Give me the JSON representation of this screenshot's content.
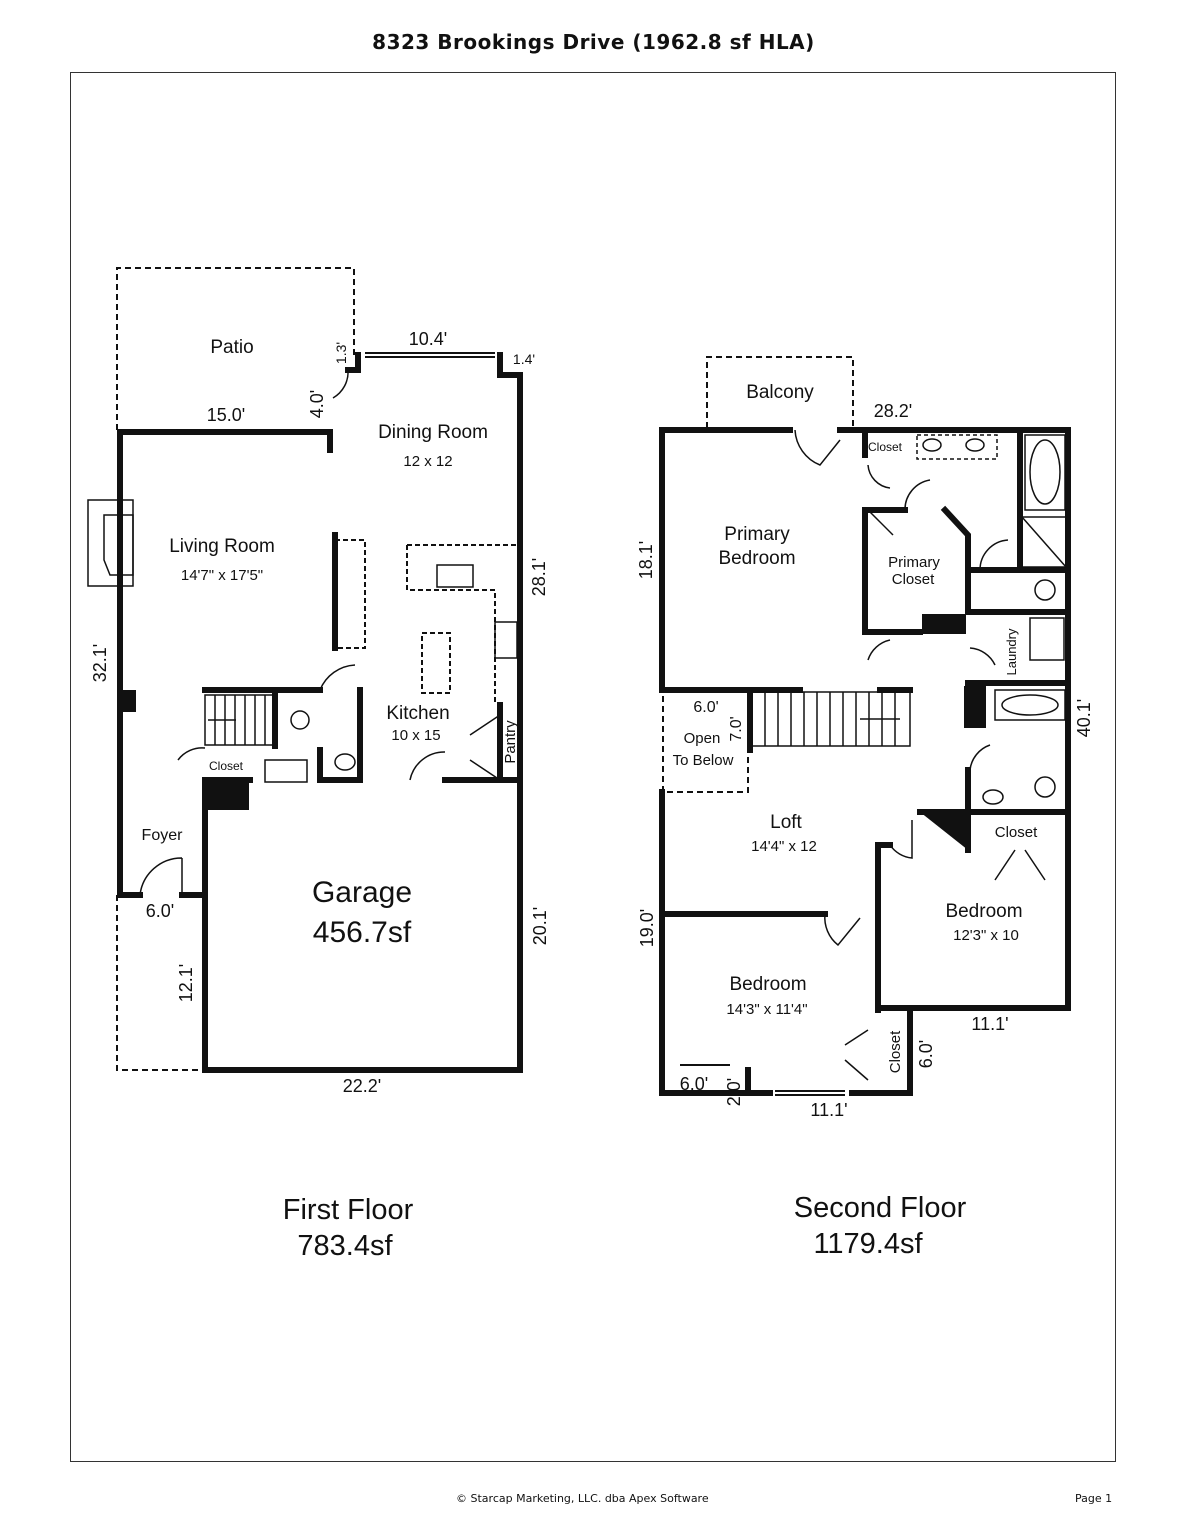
{
  "title": "8323 Brookings Drive (1962.8 sf HLA)",
  "footer": {
    "copyright": "© Starcap Marketing, LLC. dba Apex Software",
    "page": "Page 1"
  },
  "first_floor": {
    "name": "First Floor",
    "area": "783.4sf",
    "rooms": {
      "patio": "Patio",
      "dining": "Dining Room",
      "dining_dim": "12 x 12",
      "living": "Living Room",
      "living_dim": "14'7\" x 17'5\"",
      "kitchen": "Kitchen",
      "kitchen_dim": "10 x 15",
      "pantry": "Pantry",
      "closet": "Closet",
      "foyer": "Foyer",
      "garage": "Garage",
      "garage_area": "456.7sf"
    },
    "dims": {
      "d10_4": "10.4'",
      "d1_3": "1.3'",
      "d1_4": "1.4'",
      "d4_0": "4.0'",
      "d15_0": "15.0'",
      "d28_1": "28.1'",
      "d32_1": "32.1'",
      "d6_0": "6.0'",
      "d12_1": "12.1'",
      "d20_1": "20.1'",
      "d22_2": "22.2'"
    }
  },
  "second_floor": {
    "name": "Second Floor",
    "area": "1179.4sf",
    "rooms": {
      "balcony": "Balcony",
      "closet_top": "Closet",
      "primary_bed": "Primary",
      "primary_bed2": "Bedroom",
      "primary_closet": "Primary",
      "primary_closet2": "Closet",
      "laundry": "Laundry",
      "open1": "Open",
      "open2": "To Below",
      "loft": "Loft",
      "loft_dim": "14'4\" x 12",
      "closet_right": "Closet",
      "bed_right": "Bedroom",
      "bed_right_dim": "12'3\" x 10",
      "bed_left": "Bedroom",
      "bed_left_dim": "14'3\" x 11'4\"",
      "closet_bottom": "Closet"
    },
    "dims": {
      "d28_2": "28.2'",
      "d18_1": "18.1'",
      "d6_0a": "6.0'",
      "d7_0": "7.0'",
      "d40_1": "40.1'",
      "d19_0": "19.0'",
      "d11_1a": "11.1'",
      "d6_0b": "6.0'",
      "d6_0c": "6.0'",
      "d2_0": "2.0'",
      "d11_1b": "11.1'"
    }
  }
}
